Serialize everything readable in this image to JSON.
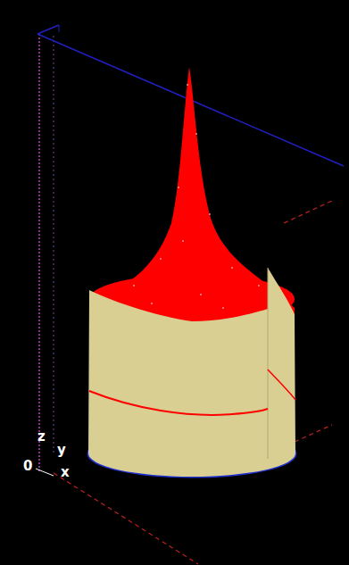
{
  "diagram": {
    "labels": [
      "z",
      "y",
      "0",
      "x"
    ]
  }
}
